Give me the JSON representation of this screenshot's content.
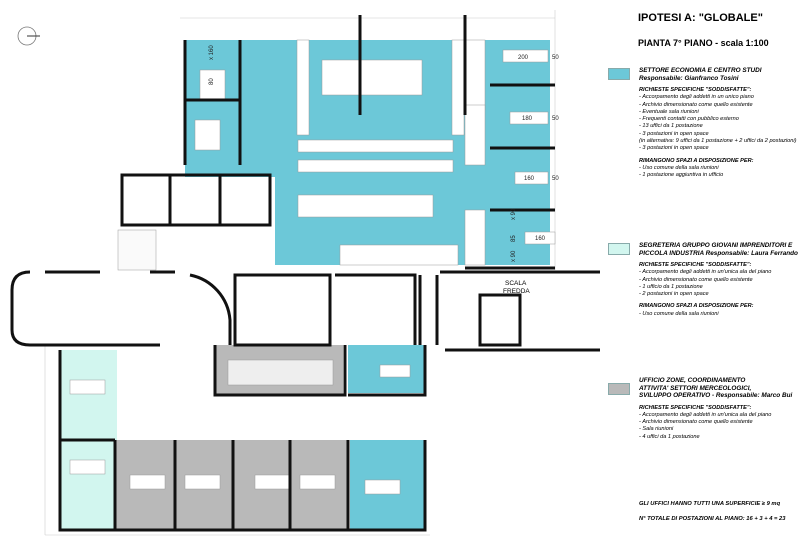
{
  "title": "IPOTESI A: \"GLOBALE\"",
  "subtitle": "PIANTA 7° PIANO - scala 1:100",
  "colors": {
    "economia": "#6cc8d8",
    "segreteria": "#d2f6ef",
    "zone": "#b9b9b9"
  },
  "legend": [
    {
      "heading": [
        "SETTORE ECONOMIA E CENTRO STUDI",
        "Responsabile: Gianfranco Tosini"
      ],
      "req_title": "RICHIESTE SPECIFICHE \"SODDISFATTE\":",
      "requirements": [
        "- Accorpamento degli addetti in un unico piano",
        "- Archivio dimensionato come quello esistente",
        "- Eventuale sala riunioni",
        "- Frequenti contatti con pubblico esterno",
        "- 13 uffici da 1 postazione",
        "- 3 postazioni in open space",
        "(in alternativa: 9 uffici da 1 postazione + 2 uffici da 2 postazioni)",
        "- 3 postazioni in open space"
      ],
      "rem_title": "RIMANGONO SPAZI A DISPOSIZIONE PER:",
      "remaining": [
        "- Uso comune della sala riunioni",
        "- 1 postazione aggiuntiva in ufficio"
      ]
    },
    {
      "heading": [
        "SEGRETERIA GRUPPO GIOVANI IMPRENDITORI E",
        "PICCOLA INDUSTRIA Responsabile: Laura Ferrando"
      ],
      "req_title": "RICHIESTE SPECIFICHE \"SODDISFATTE\":",
      "requirements": [
        "- Accorpamento degli addetti in un'unica ala del piano",
        "- Archivio dimensionato come quello esistente",
        "- 1 ufficio da 1 postazione",
        "- 2 postazioni in open space"
      ],
      "rem_title": "RIMANGONO SPAZI A DISPOSIZIONE PER:",
      "remaining": [
        "- Uso comune della sala riunioni"
      ]
    },
    {
      "heading": [
        "UFFICIO ZONE, COORDINAMENTO",
        "ATTIVITA' SETTORI MERCEOLOGICI,",
        "SVILUPPO OPERATIVO - Responsabile: Marco Bui"
      ],
      "req_title": "RICHIESTE SPECIFICHE \"SODDISFATTE\":",
      "requirements": [
        "- Accorpamento degli addetti in un'unica ala del piano",
        "- Archivio dimensionato come quello esistente",
        "- Sala riunioni",
        "- 4 uffici da 1 postazione"
      ]
    }
  ],
  "footer": [
    "GLI UFFICI HANNO TUTTI UNA SUPERFICIE ≥ 9 mq",
    "N° TOTALE DI POSTAZIONI AL PIANO: 16 + 3 + 4 = 23"
  ],
  "plan_labels": {
    "stair": [
      "SCALA",
      "FREDDA"
    ],
    "dims": [
      "200",
      "50",
      "180",
      "50",
      "160",
      "50",
      "160",
      "x 90",
      "85",
      "x 90",
      "x 160",
      "80"
    ]
  }
}
